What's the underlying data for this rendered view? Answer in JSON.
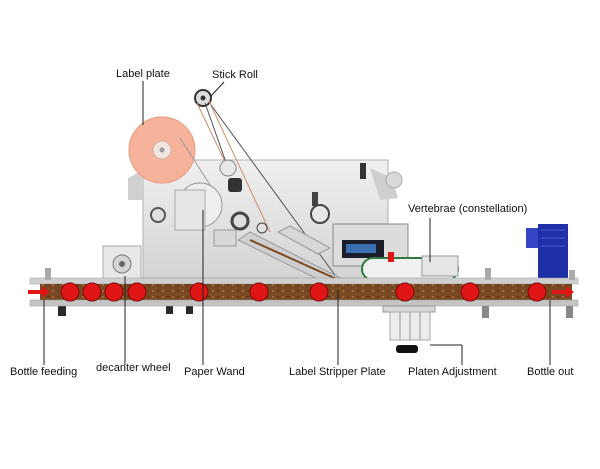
{
  "labels": {
    "label_plate": "Label plate",
    "stick_roll": "Stick Roll",
    "vertebrae": "Vertebrae (constellation)",
    "bottle_feeding": "Bottle feeding",
    "decanter_wheel": "decanter wheel",
    "paper_wand": "Paper Wand",
    "label_stripper_plate": "Label Stripper Plate",
    "platen_adjustment": "Platen Adjustment",
    "bottle_out": "Bottle out"
  },
  "colors": {
    "body": "#e4e4e4",
    "conveyor": "#7a4a22",
    "bottle": "#e01616",
    "label_roll": "#f6b29a",
    "motor": "#1e2fa8",
    "arrow": "#e01616",
    "leader": "#222222"
  }
}
